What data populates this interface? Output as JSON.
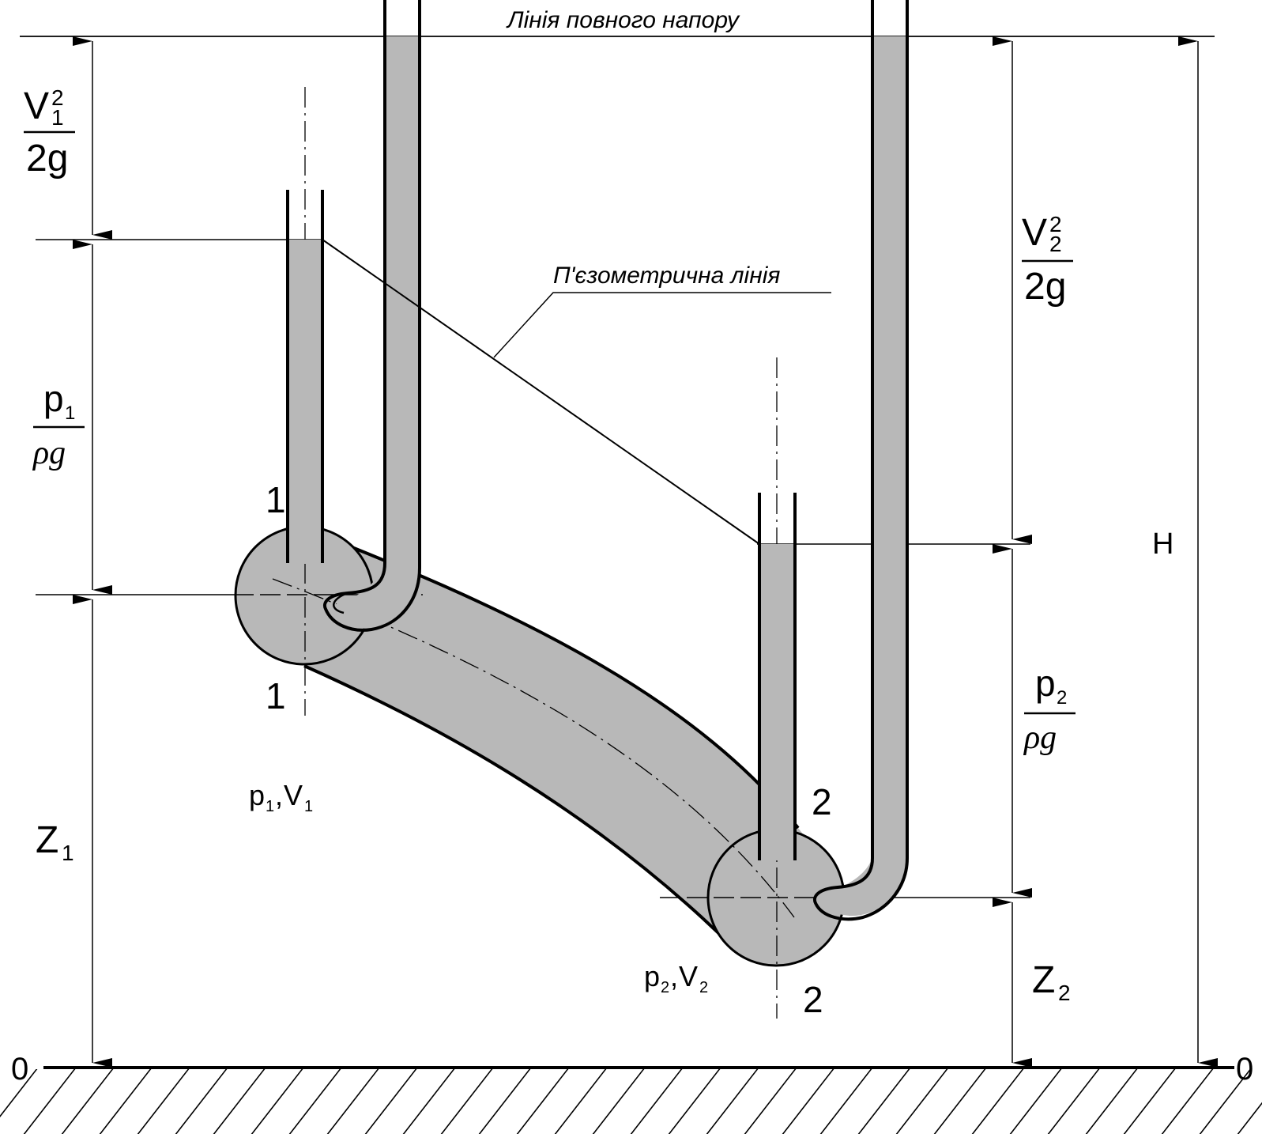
{
  "labels": {
    "total_head_line": "Лінія повного напору",
    "piezometric_line": "П'єзометрична лінія",
    "section_1_top": "1",
    "section_1_bottom": "1",
    "section_2_top": "2",
    "section_2_bottom": "2",
    "H": "H",
    "datum_left": "0",
    "datum_right": "0"
  },
  "formulas": {
    "v1_head": {
      "base": "V",
      "sub": "1",
      "sup": "2",
      "den": "2g"
    },
    "v2_head": {
      "base": "V",
      "sub": "2",
      "sup": "2",
      "den": "2g"
    },
    "p1_head": {
      "base": "p",
      "sub": "1",
      "den": "ρg"
    },
    "p2_head": {
      "base": "p",
      "sub": "2",
      "den": "ρg"
    },
    "z1": {
      "base": "Z",
      "sub": "1"
    },
    "z2": {
      "base": "Z",
      "sub": "2"
    },
    "pv1": {
      "p": "p",
      "psub": "1",
      "sep": ",",
      "v": "V",
      "vsub": "1"
    },
    "pv2": {
      "p": "p",
      "psub": "2",
      "sep": ",",
      "v": "V",
      "vsub": "2"
    }
  },
  "colors": {
    "fluid": "#b8b8b8",
    "line": "#000000",
    "background": "#ffffff"
  }
}
